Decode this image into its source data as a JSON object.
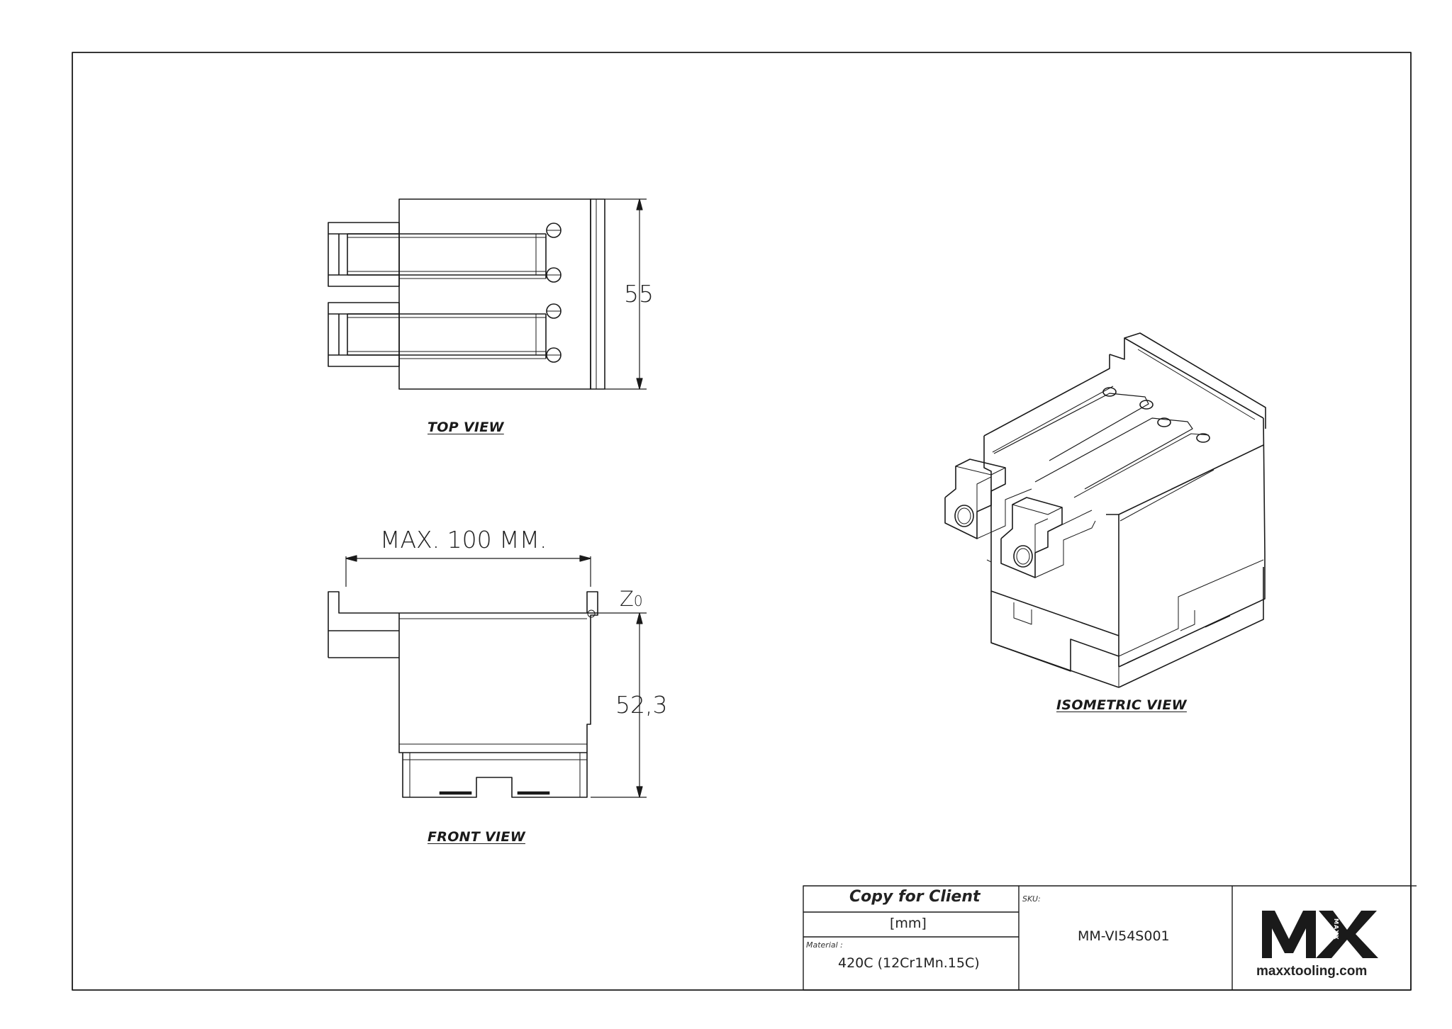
{
  "views": {
    "top": {
      "label": "TOP VIEW",
      "dimension": "55"
    },
    "front": {
      "label": "FRONT VIEW",
      "width_dimension": "MAX. 100 MM.",
      "height_dimension": "52,3",
      "datum": "Z",
      "datum_sub": "0"
    },
    "isometric": {
      "label": "ISOMETRIC VIEW"
    }
  },
  "title_block": {
    "copy_label": "Copy for Client",
    "units": "[mm]",
    "material_caption": "Material :",
    "material": "420C (12Cr1Mn.15C)",
    "sku_caption": "SKU:",
    "sku": "MM-VI54S001",
    "logo_letters": "MX",
    "logo_inner": "MAXX",
    "website": "maxxtooling.com"
  },
  "colors": {
    "line": "#1a1a1a",
    "background": "#ffffff"
  }
}
